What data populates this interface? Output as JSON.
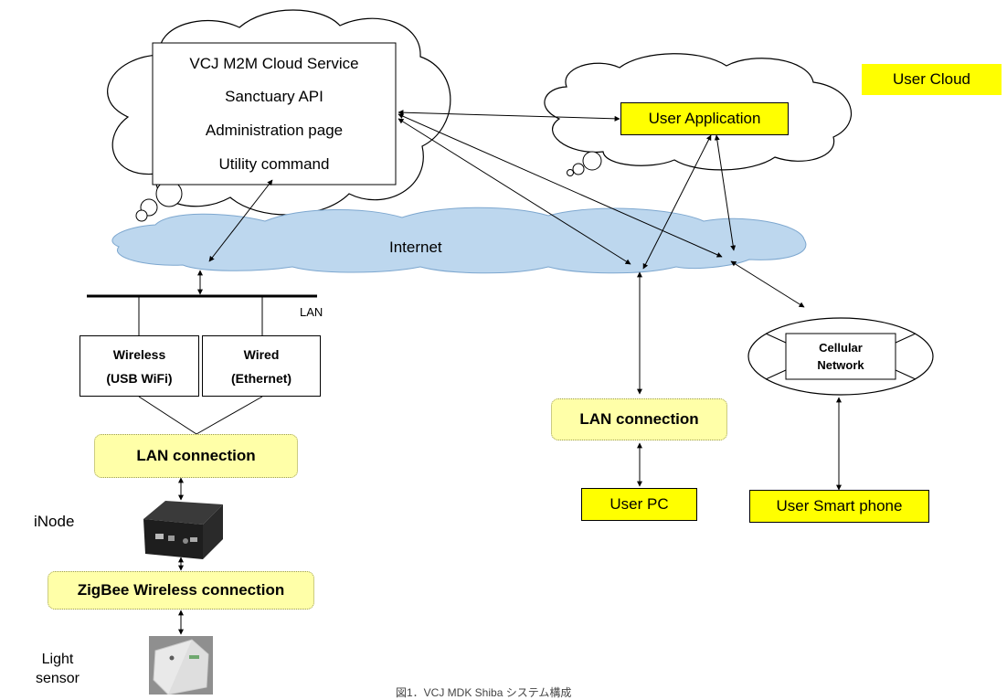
{
  "cloud_service": {
    "lines": [
      "VCJ M2M Cloud Service",
      "Sanctuary API",
      "Administration page",
      "Utility command"
    ]
  },
  "user_cloud": {
    "label": "User Cloud",
    "app": "User Application"
  },
  "internet": {
    "label": "Internet"
  },
  "lan": {
    "label": "LAN"
  },
  "wireless": {
    "line1": "Wireless",
    "line2": "(USB WiFi)"
  },
  "wired": {
    "line1": "Wired",
    "line2": "(Ethernet)"
  },
  "lan_connection_left": "LAN connection",
  "lan_connection_right": "LAN connection",
  "inode": {
    "label": "iNode"
  },
  "zigbee": "ZigBee Wireless connection",
  "light_sensor": {
    "line1": "Light",
    "line2": "sensor"
  },
  "cellular": {
    "line1": "Cellular",
    "line2": "Network"
  },
  "user_pc": "User PC",
  "user_smartphone": "User Smart phone",
  "caption": "図1．VCJ MDK Shiba システム構成",
  "colors": {
    "internet_cloud": "#bdd7ee",
    "user_box": "#ffff00",
    "connection_box": "#ffffa8",
    "line": "#000000"
  }
}
